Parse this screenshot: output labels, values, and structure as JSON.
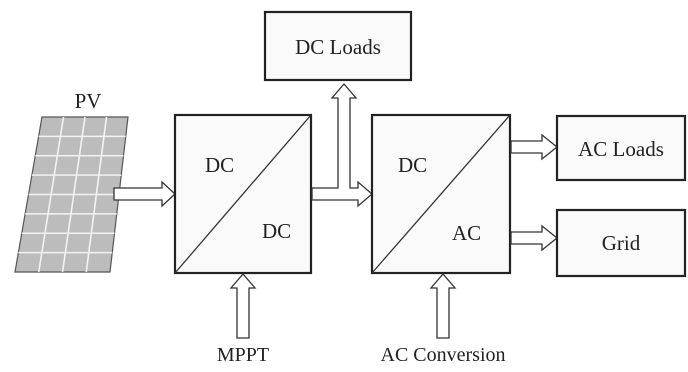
{
  "pv": {
    "label": "PV"
  },
  "converters": {
    "dcdc": {
      "input": "DC",
      "output": "DC",
      "control": "MPPT"
    },
    "dcac": {
      "input": "DC",
      "output": "AC",
      "control": "AC Conversion"
    }
  },
  "outputs": {
    "dc_loads": "DC Loads",
    "ac_loads": "AC Loads",
    "grid": "Grid"
  }
}
